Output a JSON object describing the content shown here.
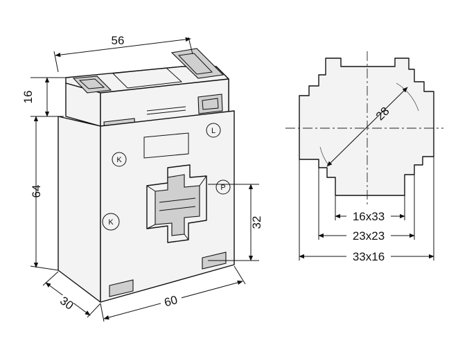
{
  "dimensions": {
    "top_width": "56",
    "top_height": "16",
    "body_height": "64",
    "window_height": "32",
    "depth": "30",
    "base_width": "60",
    "diagonal": "28",
    "slot_small": "16x33",
    "slot_square": "23x23",
    "slot_wide": "33x16"
  },
  "markings": {
    "terminal_k": "K",
    "terminal_l": "L",
    "primary_k": "K",
    "primary_p": "P"
  }
}
